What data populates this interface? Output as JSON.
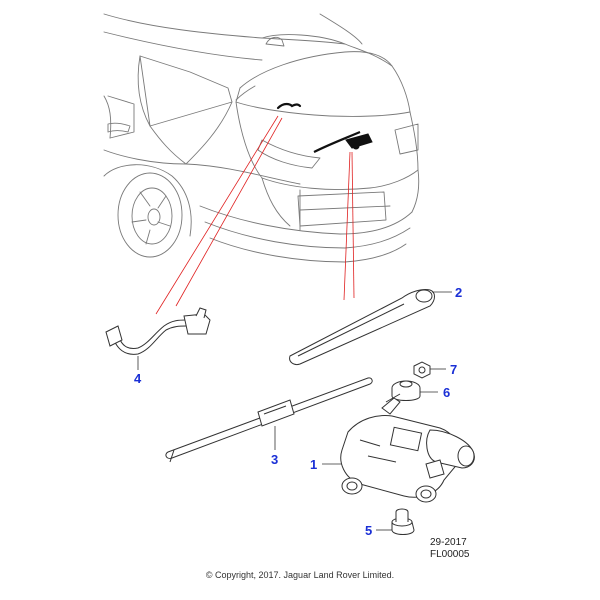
{
  "callouts": [
    {
      "number": "1",
      "part": "wiper-motor"
    },
    {
      "number": "2",
      "part": "wiper-arm"
    },
    {
      "number": "3",
      "part": "wiper-blade"
    },
    {
      "number": "4",
      "part": "washer-hose"
    },
    {
      "number": "5",
      "part": "grommet"
    },
    {
      "number": "6",
      "part": "motor-seal"
    },
    {
      "number": "7",
      "part": "nut"
    }
  ],
  "reference": {
    "date_code": "29-2017",
    "figure_code": "FL00005"
  },
  "copyright": "© Copyright, 2017. Jaguar Land Rover Limited.",
  "colors": {
    "callout_text": "#1a2fd6",
    "leader_line": "#e02020",
    "outline": "#6a6a6a",
    "part_stroke": "#333333"
  }
}
